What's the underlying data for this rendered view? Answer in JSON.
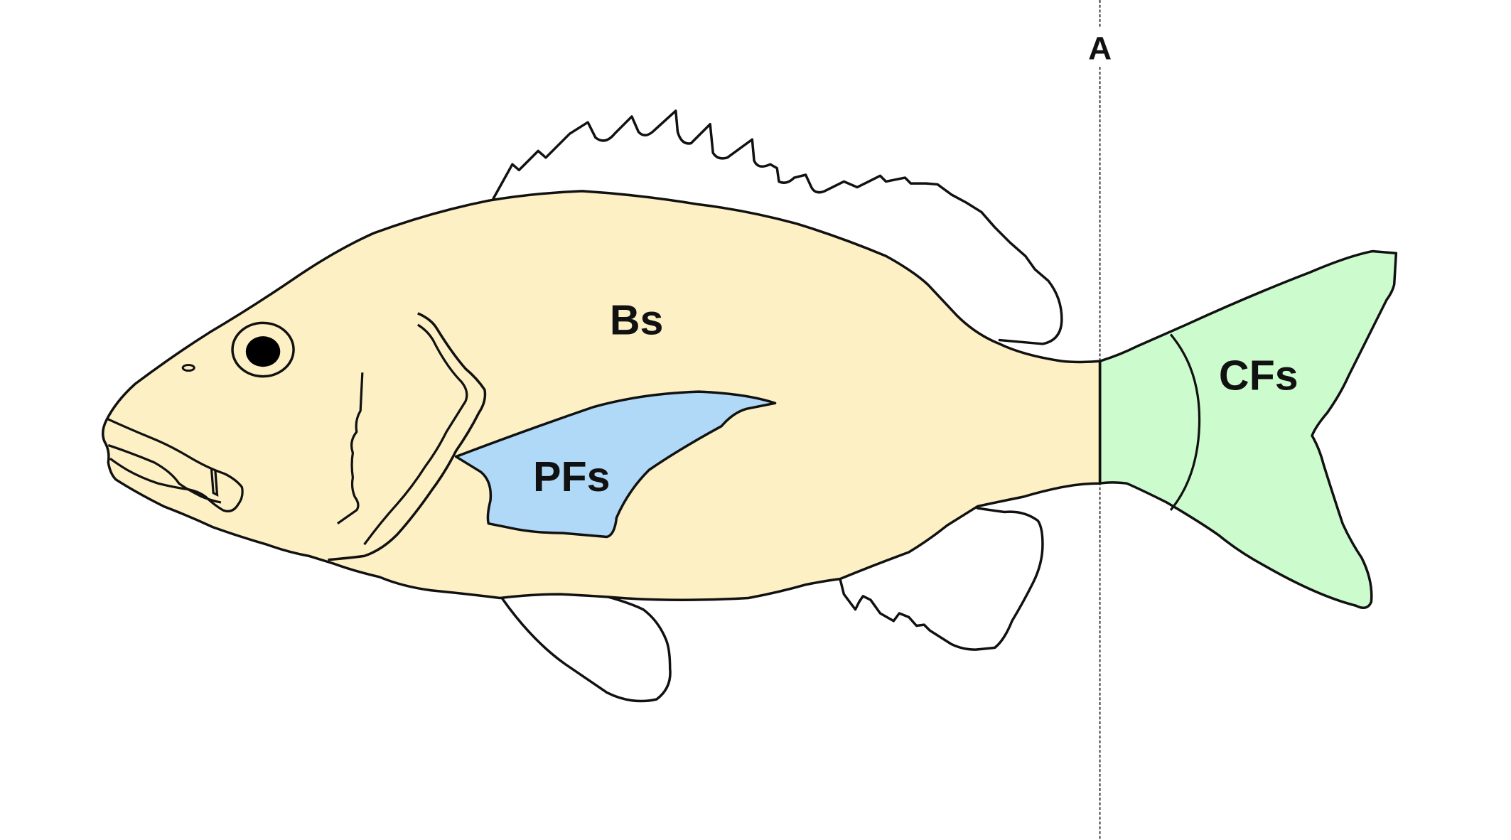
{
  "diagram": {
    "labels": {
      "body_surface": "Bs",
      "pectoral_fins": "PFs",
      "caudal_fin": "CFs",
      "line_marker": "A"
    },
    "colors": {
      "body": "#fdf0c4",
      "pectoral_fin": "#b0d9f8",
      "caudal_fin": "#ccfbce",
      "outline": "#111111",
      "background": "#ffffff"
    }
  }
}
